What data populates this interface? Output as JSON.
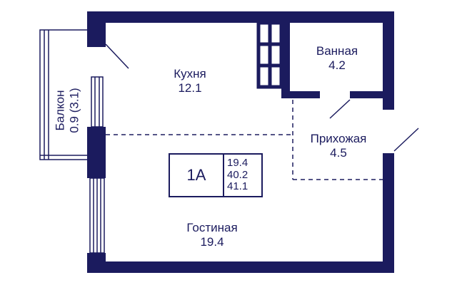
{
  "rooms": {
    "kitchen": {
      "name": "Кухня",
      "area": "12.1"
    },
    "bathroom": {
      "name": "Ванная",
      "area": "4.2"
    },
    "hallway": {
      "name": "Прихожая",
      "area": "4.5"
    },
    "living": {
      "name": "Гостиная",
      "area": "19.4"
    },
    "balcony": {
      "name": "Балкон",
      "area": "0.9 (3.1)"
    }
  },
  "unit": {
    "type": "1А",
    "areas": [
      "19.4",
      "40.2",
      "41.1"
    ]
  },
  "colors": {
    "wall": "#1b1b5e",
    "background": "#ffffff"
  }
}
